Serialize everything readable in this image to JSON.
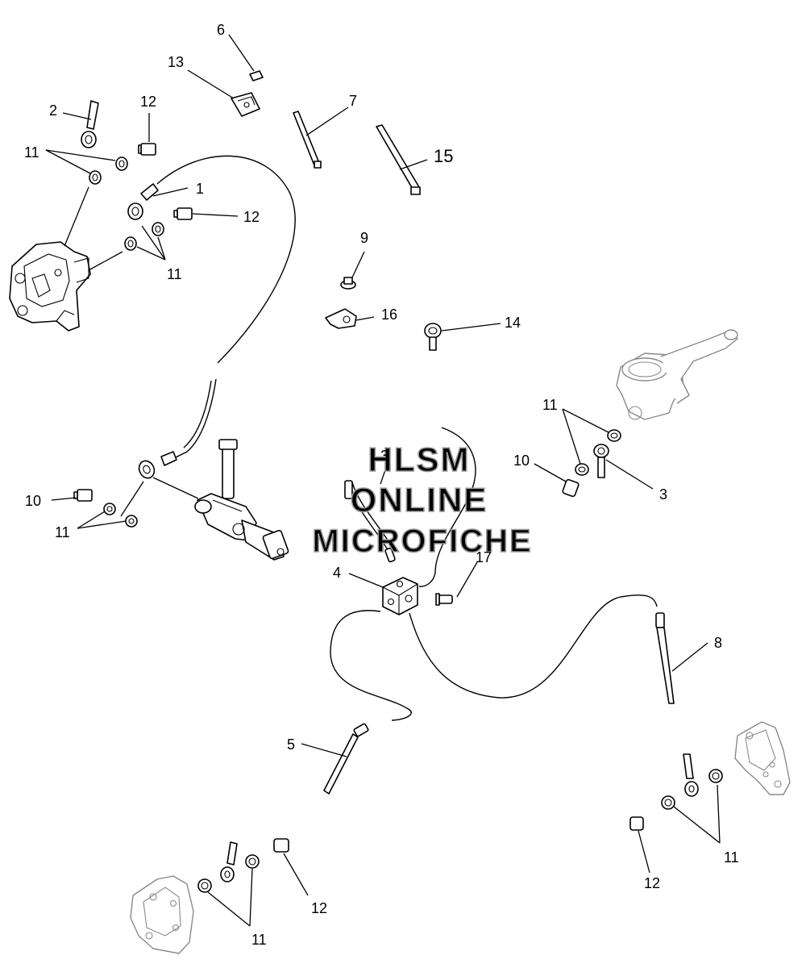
{
  "watermark": {
    "line1": "HLSM",
    "line2": "ONLINE",
    "line3": "MICROFICHE"
  },
  "callouts": {
    "c1": "1",
    "c2": "2",
    "c3a": "3",
    "c3b": "3",
    "c4": "4",
    "c5": "5",
    "c6": "6",
    "c7": "7",
    "c8": "8",
    "c9": "9",
    "c10a": "10",
    "c10b": "10",
    "c11a": "11",
    "c11b": "11",
    "c11c": "11",
    "c11d": "11",
    "c11e": "11",
    "c11f": "11",
    "c12a": "12",
    "c12b": "12",
    "c12c": "12",
    "c12d": "12",
    "c13": "13",
    "c14": "14",
    "c15": "15",
    "c16": "16",
    "c17": "17"
  }
}
